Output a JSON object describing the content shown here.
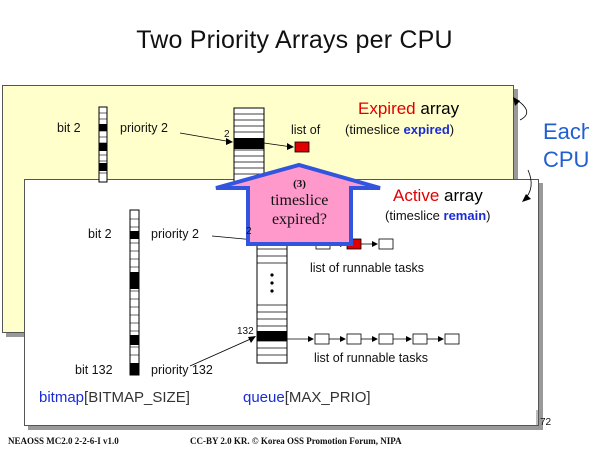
{
  "title": "Two Priority Arrays per CPU",
  "side_label": {
    "line1": "Each",
    "line2": "CPU"
  },
  "expired": {
    "name_word": "Expired",
    "name_rest": " array",
    "sub_open": "(timeslice ",
    "sub_key": "expired",
    "sub_close": ")",
    "bit_label": "bit 2",
    "priority_label": "priority 2",
    "queue_index": "2",
    "list_label": "list of"
  },
  "active": {
    "name_word": "Active",
    "name_rest": " array",
    "sub_open": "(timeslice ",
    "sub_key": "remain",
    "sub_close": ")",
    "bit2_label": "bit 2",
    "priority2_label": "priority 2",
    "queue_index_2": "2",
    "bit132_label": "bit 132",
    "priority132_label": "priority 132",
    "queue_index_132": "132",
    "list_label_1": "list of  runnable tasks",
    "list_label_2": "list of  runnable tasks",
    "bitmap_name": "bitmap",
    "bitmap_size": "[BITMAP_SIZE]",
    "queue_name": "queue",
    "queue_size": "[MAX_PRIO]"
  },
  "callout": {
    "step": "(3)",
    "line1": "timeslice",
    "line2": "expired?"
  },
  "footer": {
    "left": "NEAOSS MC2.0 2-2-6-I v1.0",
    "center": "CC-BY 2.0 KR. © Korea OSS Promotion Forum, NIPA",
    "page": "72"
  },
  "colors": {
    "expired_bg": "#ffffcc",
    "accent_red": "#e00000",
    "accent_blue": "#1a2bd6",
    "callout_fill": "#ff99cc",
    "callout_stroke": "#3355dd",
    "side_blue": "#1f5fd0"
  }
}
